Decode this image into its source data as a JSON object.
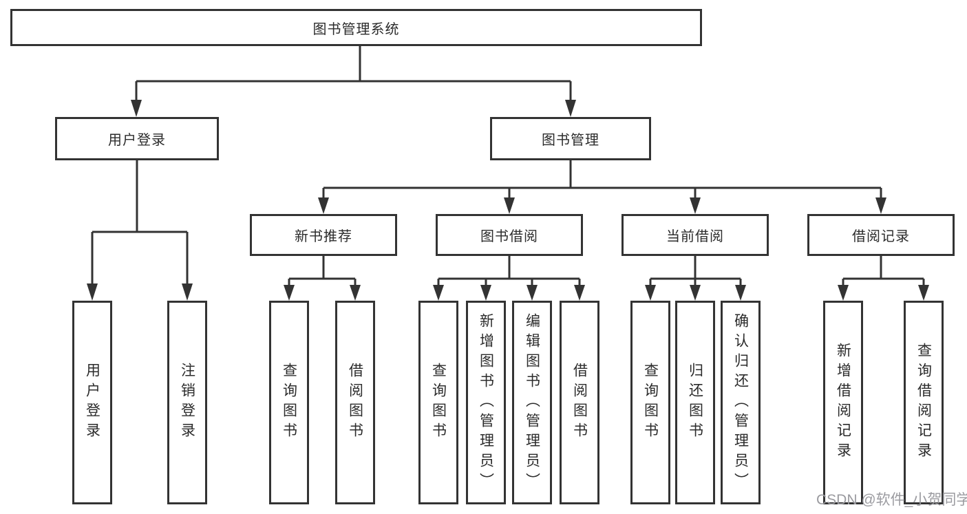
{
  "palette": {
    "line_color": "#333333",
    "text_color": "#2b2b2b",
    "background": "#ffffff",
    "watermark_color": "#9b9ba0"
  },
  "watermark": {
    "text": "CSDN @软件_小贺同学"
  },
  "tree": {
    "root": "图书管理系统",
    "branches": [
      {
        "label": "用户登录",
        "children": [
          "用户登录",
          "注销登录"
        ]
      },
      {
        "label": "图书管理",
        "children": [
          {
            "label": "新书推荐",
            "children": [
              "查询图书",
              "借阅图书"
            ]
          },
          {
            "label": "图书借阅",
            "children": [
              "查询图书",
              "新增图书（管理员）",
              "编辑图书（管理员）",
              "借阅图书"
            ]
          },
          {
            "label": "当前借阅",
            "children": [
              "查询图书",
              "归还图书",
              "确认归还（管理员）"
            ]
          },
          {
            "label": "借阅记录",
            "children": [
              "新增借阅记录",
              "查询借阅记录"
            ]
          }
        ]
      }
    ]
  }
}
